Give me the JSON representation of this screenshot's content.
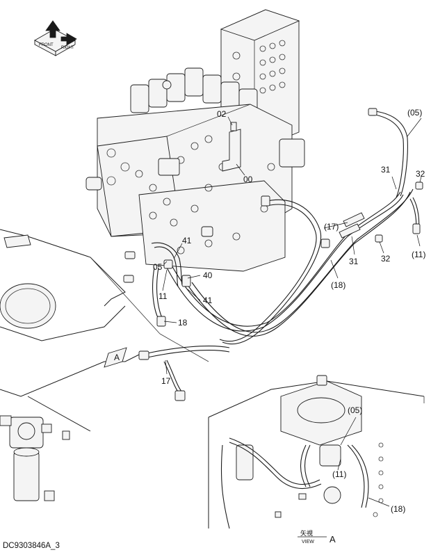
{
  "document_code": "DC9303846A_3",
  "compass_labels": [
    "FRONT",
    "RIGHT"
  ],
  "main_callouts": {
    "c02": "02",
    "c00": "00",
    "c05_top": "(05)",
    "c31_upper": "31",
    "c32_upper": "32",
    "c17_paren": "(17)",
    "c11_paren": "(11)",
    "c32_lower": "32",
    "c31_lower": "31",
    "c18_paren": "(18)",
    "c41_upper": "41",
    "c05_left": "05",
    "c40": "40",
    "c11": "11",
    "c41_lower": "41",
    "c18": "18",
    "c17": "17"
  },
  "view_arrow_label": "A",
  "inset_callouts": {
    "c05_paren": "(05)",
    "c11_paren": "(11)",
    "c18_paren": "(18)"
  },
  "view_label": {
    "jp": "矢視",
    "en": "VIEW",
    "letter": "A"
  }
}
